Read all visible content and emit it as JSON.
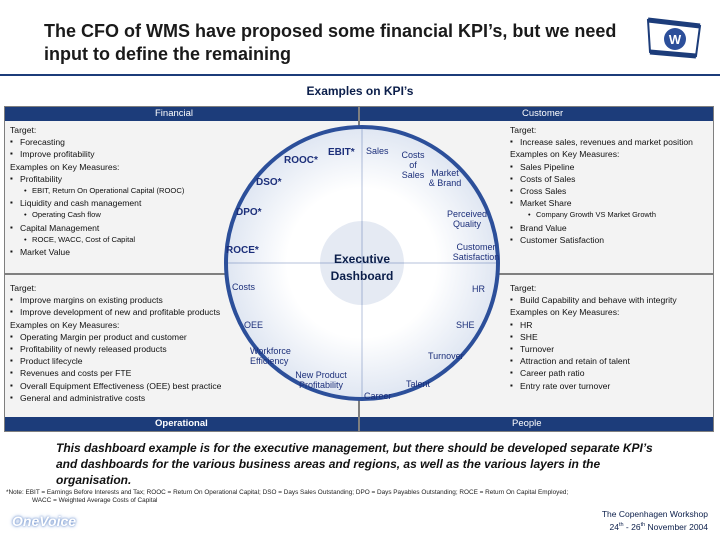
{
  "title": "The CFO of WMS have proposed some financial KPI’s, but we need input to define the remaining",
  "subtitle": "Examples on KPI’s",
  "panels": {
    "financial": {
      "header": "Financial",
      "target_label": "Target:",
      "targets": [
        "Forecasting",
        "Improve profitability"
      ],
      "measures_label": "Examples on Key Measures:",
      "measures": [
        {
          "label": "Profitability",
          "sub": [
            "EBIT, Return On Operational Capital (ROOC)"
          ]
        },
        {
          "label": "Liquidity and cash management",
          "sub": [
            "Operating Cash flow"
          ]
        },
        {
          "label": "Capital Management",
          "sub": [
            "ROCE, WACC, Cost of Capital"
          ]
        },
        {
          "label": "Market Value",
          "sub": []
        }
      ]
    },
    "customer": {
      "header": "Customer",
      "target_label": "Target:",
      "targets": [
        "Increase sales, revenues and market position"
      ],
      "measures_label": "Examples on Key Measures:",
      "measures": [
        "Sales Pipeline",
        "Costs of Sales",
        "Cross Sales",
        "Market Share"
      ],
      "market_share_sub": "Company Growth VS Market Growth",
      "measures_after": [
        "Brand Value",
        "Customer Satisfaction"
      ]
    },
    "operational": {
      "header": "Operational",
      "target_label": "Target:",
      "targets": [
        "Improve margins on existing products",
        "Improve development of new and profitable products"
      ],
      "measures_label": "Examples on Key Measures:",
      "measures": [
        "Operating Margin per product and customer",
        "Profitability of newly released products",
        "Product lifecycle",
        "Revenues and costs per FTE",
        "Overall Equipment Effectiveness (OEE) best practice",
        "General and administrative costs"
      ]
    },
    "people": {
      "header": "People",
      "target_label": "Target:",
      "targets": [
        "Build Capability and behave with integrity"
      ],
      "measures_label": "Examples on Key Measures:",
      "measures": [
        "HR",
        "SHE",
        "Turnover",
        "Attraction and retain of talent",
        "Career path ratio",
        "Entry rate over turnover"
      ]
    }
  },
  "dashboard": {
    "center_line1": "Executive",
    "center_line2": "Dashboard",
    "labels": {
      "ebit": "EBIT*",
      "rooc": "ROOC*",
      "dso": "DSO*",
      "dpo": "DPO*",
      "roce": "ROCE*",
      "sales": "Sales",
      "costs_of_sales": "Costs of Sales",
      "market_brand": "Market & Brand",
      "perceived_quality": "Perceived Quality",
      "customer_satisfaction": "Customer Satisfaction",
      "costs": "Costs",
      "oee": "OEE",
      "workforce": "Workforce Efficiency",
      "new_product": "New Product Profitability",
      "hr": "HR",
      "she": "SHE",
      "turnover": "Turnover",
      "talent": "Talent",
      "career": "Career"
    }
  },
  "note": "This dashboard example is for the executive management, but there should be developed separate KPI’s and dashboards for the various business areas and regions, as well as the various layers in the organisation.",
  "footnote_line1": "*Note: EBIT = Earnings Before Interests and Tax; ROOC = Return On Operational Capital; DSO = Days Sales Outstanding; DPO = Days Payables Outstanding; ROCE = Return On Capital Employed;",
  "footnote_line2": "WACC = Weighted Average Costs of Capital",
  "brand": "OneVoice",
  "workshop_line1": "The Copenhagen Workshop",
  "workshop_day1": "24",
  "workshop_sup1": "th",
  "workshop_sep": " - ",
  "workshop_day2": "26",
  "workshop_sup2": "th",
  "workshop_month": " November 2004",
  "logo_letter": "W",
  "colors": {
    "navy": "#1c3c7a",
    "ring": "#2c4f9a",
    "panel": "#f3f3f3"
  }
}
